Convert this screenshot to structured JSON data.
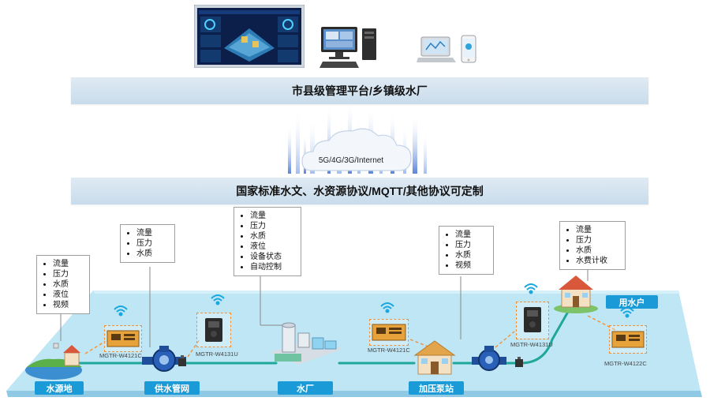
{
  "top_band": "市县级管理平台/乡镇级水厂",
  "cloud_text": "5G/4G/3G/Internet",
  "protocol_band": "国家标准水文、水资源协议/MQTT/其他协议可定制",
  "info_boxes": {
    "source": [
      "流量",
      "压力",
      "水质",
      "液位",
      "视频"
    ],
    "pipe": [
      "流量",
      "压力",
      "水质"
    ],
    "plant": [
      "流量",
      "压力",
      "水质",
      "液位",
      "设备状态",
      "自动控制"
    ],
    "pump": [
      "流量",
      "压力",
      "水质",
      "视频"
    ],
    "user": [
      "流量",
      "压力",
      "水质",
      "水费计收"
    ]
  },
  "nodes": {
    "source": "水源地",
    "pipe": "供水管网",
    "plant": "水厂",
    "pump": "加压泵站",
    "user": "用水户"
  },
  "devices": {
    "d1": "MGTR-W4121C",
    "d2": "MGTR-W4131U",
    "d3": "MGTR-W4121C",
    "d4": "MGTR-W4131U",
    "d5": "MGTR-W4122C"
  },
  "colors": {
    "accent": "#1a9ad6",
    "pipe_line": "#1fa89a",
    "dash": "#f0913a",
    "platform": "#bfe6f5"
  }
}
